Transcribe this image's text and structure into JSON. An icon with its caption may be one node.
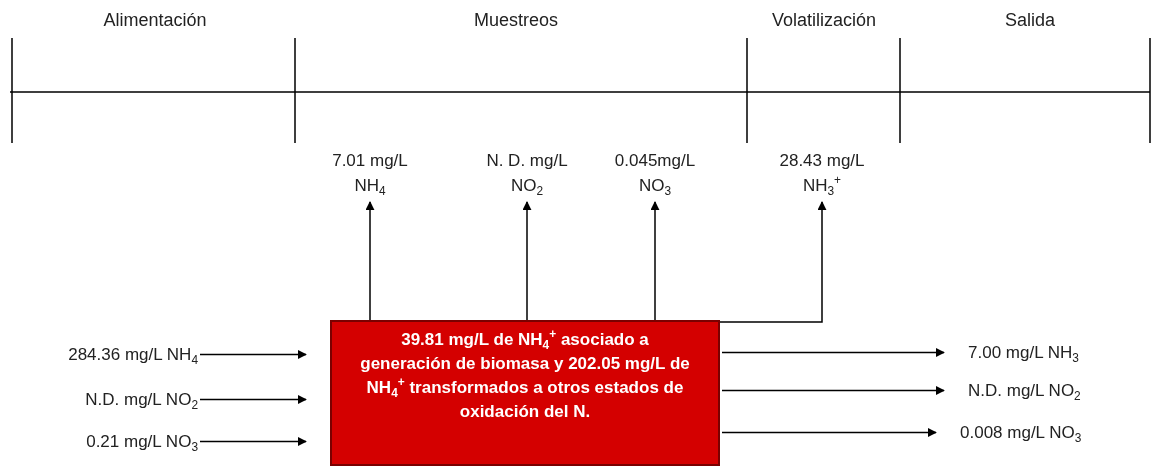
{
  "diagram": {
    "nodes": [
      {
        "text": [
          "7.01 mg/L NH$_{4}$"
        ]
      },
      {
        "text": [
          "N. D. mg/L NO$_{2}$"
        ]
      },
      {
        "text": [
          "0.045mg/L NO$_{3}$"
        ]
      },
      {
        "text": [
          "28.43 mg/L NH$_{3}$$^{+}$"
        ]
      },
      {
        "text": [
          "284.36 mg/L NH$_{4}$"
        ]
      },
      {
        "text": [
          "39.81 mg/L de NH$_{4}$$^{+}$ asociado a generación de biomasa y 202.05 mg/L de NH$_{4}$$^{+}$ transformados a otros estados de oxidación del N."
        ]
      },
      {
        "text": [
          "7.00 mg/L NH$_{3}$"
        ]
      },
      {
        "text": [
          "N.D. mg/L NO$_{2}$"
        ]
      },
      {
        "text": [
          "N.D. mg/L NO$_{2}$"
        ]
      },
      {
        "text": [
          "0.21 mg/L NO$_{3}$"
        ]
      },
      {
        "text": [
          "0.008 mg/L NO$_{3}$"
        ]
      }
    ],
    "edges": [
      {
        "from": 4,
        "to": 5,
        "arrow": "to"
      },
      {
        "from": 7,
        "to": 5,
        "arrow": "to"
      },
      {
        "from": 9,
        "to": 5,
        "arrow": "to"
      },
      {
        "from": 5,
        "to": 0,
        "arrow": "to"
      },
      {
        "from": 5,
        "to": 1,
        "arrow": "to"
      },
      {
        "from": 5,
        "to": 2,
        "arrow": "to"
      },
      {
        "from": 5,
        "to": 3,
        "arrow": "to"
      },
      {
        "from": 5,
        "to": 6,
        "arrow": "to"
      },
      {
        "from": 5,
        "to": 8,
        "arrow": "to"
      },
      {
        "from": 5,
        "to": 10,
        "arrow": "to"
      }
    ],
    "labels": [
      "Alimentación",
      "Muestreos",
      "Volatilización",
      "Salida"
    ]
  }
}
